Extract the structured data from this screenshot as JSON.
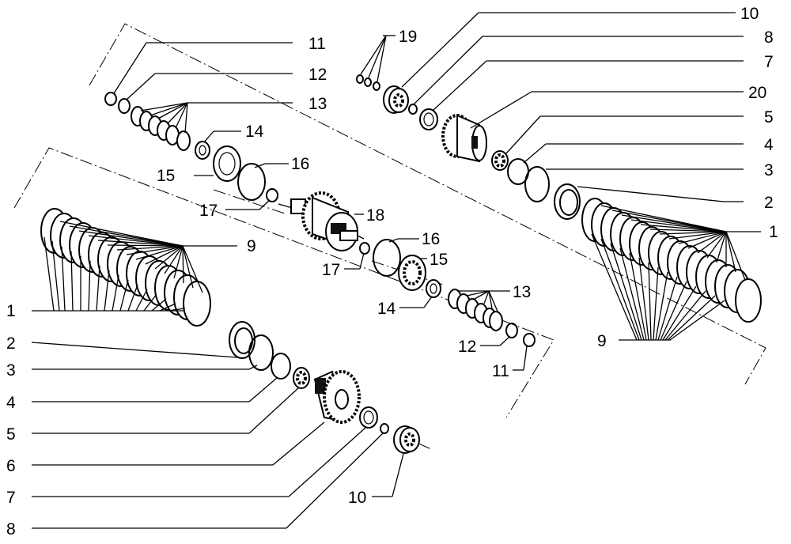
{
  "diagram": {
    "labels": [
      {
        "id": "t1-11",
        "text": "11"
      },
      {
        "id": "t1-12",
        "text": "12"
      },
      {
        "id": "t1-13",
        "text": "13"
      },
      {
        "id": "t1-14",
        "text": "14"
      },
      {
        "id": "t1-15",
        "text": "15"
      },
      {
        "id": "t1-16",
        "text": "16"
      },
      {
        "id": "t1-17",
        "text": "17"
      },
      {
        "id": "t1-18",
        "text": "18"
      },
      {
        "id": "t1-9",
        "text": "9"
      },
      {
        "id": "t2-1",
        "text": "1"
      },
      {
        "id": "t2-2",
        "text": "2"
      },
      {
        "id": "t2-3",
        "text": "3"
      },
      {
        "id": "t2-4",
        "text": "4"
      },
      {
        "id": "t2-5",
        "text": "5"
      },
      {
        "id": "t2-6",
        "text": "6"
      },
      {
        "id": "t2-7",
        "text": "7"
      },
      {
        "id": "t2-8",
        "text": "8"
      },
      {
        "id": "t2-10",
        "text": "10"
      },
      {
        "id": "t3-19",
        "text": "19"
      },
      {
        "id": "t3-10",
        "text": "10"
      },
      {
        "id": "t3-8",
        "text": "8"
      },
      {
        "id": "t3-7",
        "text": "7"
      },
      {
        "id": "t3-20",
        "text": "20"
      },
      {
        "id": "t3-5",
        "text": "5"
      },
      {
        "id": "t3-4",
        "text": "4"
      },
      {
        "id": "t3-3",
        "text": "3"
      },
      {
        "id": "t3-2",
        "text": "2"
      },
      {
        "id": "t3-1",
        "text": "1"
      },
      {
        "id": "t3-9",
        "text": "9"
      },
      {
        "id": "t4-16",
        "text": "16"
      },
      {
        "id": "t4-17",
        "text": "17"
      },
      {
        "id": "t4-15",
        "text": "15"
      },
      {
        "id": "t4-13",
        "text": "13"
      },
      {
        "id": "t4-14",
        "text": "14"
      },
      {
        "id": "t4-12",
        "text": "12"
      },
      {
        "id": "t4-11",
        "text": "11"
      }
    ]
  }
}
